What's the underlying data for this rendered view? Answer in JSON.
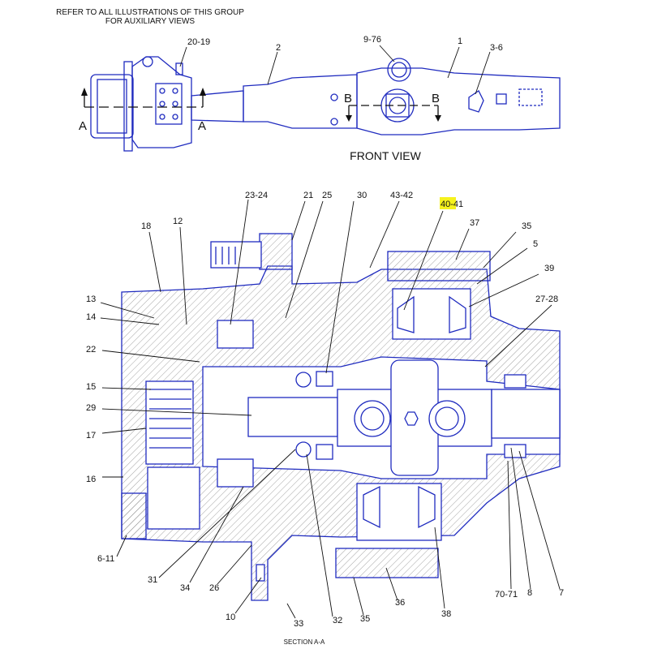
{
  "header_note": "REFER TO ALL ILLUSTRATIONS OF THIS GROUP FOR AUXILIARY VIEWS",
  "front_view_caption": "FRONT VIEW",
  "section_caption": "SECTION A-A",
  "section_markers": {
    "a": "A",
    "b": "B"
  },
  "colors": {
    "line": "#1f2bbf",
    "hatch": "#7a7a7a",
    "highlight": "#f6f21e",
    "text": "#111111"
  },
  "front_callouts": [
    "20-19",
    "2",
    "9-76",
    "1",
    "3-6"
  ],
  "section_callouts": [
    "23-24",
    "21",
    "25",
    "30",
    "43-42",
    "40-41",
    "18",
    "12",
    "37",
    "35",
    "5",
    "39",
    "13",
    "14",
    "27-28",
    "22",
    "15",
    "29",
    "17",
    "16",
    "6-11",
    "31",
    "34",
    "26",
    "10",
    "33",
    "32",
    "35",
    "36",
    "38",
    "70-71",
    "8",
    "7"
  ],
  "highlighted_callout": "40-41"
}
